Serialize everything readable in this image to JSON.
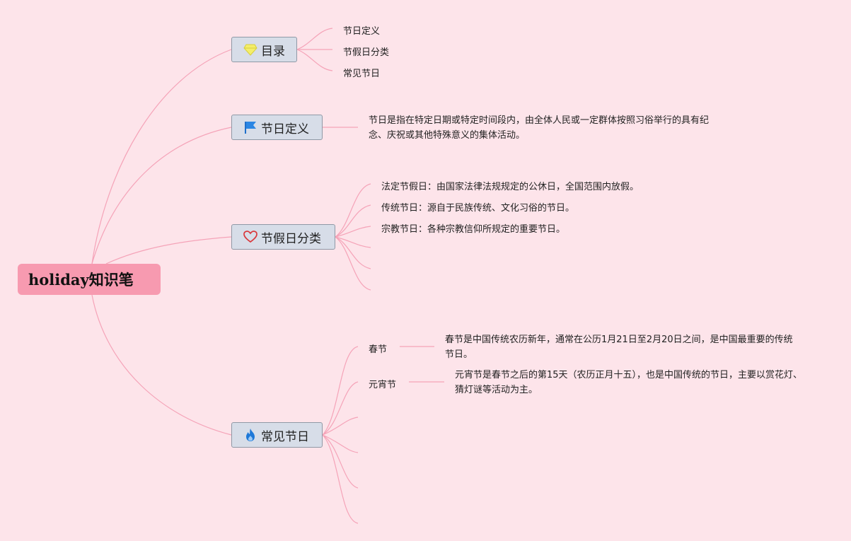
{
  "root": {
    "title": "holiday知识笔"
  },
  "branches": {
    "toc": {
      "label": "目录",
      "icon": "diamond-icon",
      "items": [
        "节日定义",
        "节假日分类",
        "常见节日"
      ]
    },
    "definition": {
      "label": "节日定义",
      "icon": "flag-icon",
      "text": "节日是指在特定日期或特定时间段内，由全体人民或一定群体按照习俗举行的具有纪念、庆祝或其他特殊意义的集体活动。"
    },
    "classification": {
      "label": "节假日分类",
      "icon": "heart-icon",
      "items": [
        "法定节假日：由国家法律法规规定的公休日，全国范围内放假。",
        "传统节日：源自于民族传统、文化习俗的节日。",
        "宗教节日：各种宗教信仰所规定的重要节日。"
      ]
    },
    "common": {
      "label": "常见节日",
      "icon": "fire-icon",
      "items": [
        {
          "name": "春节",
          "desc": "春节是中国传统农历新年，通常在公历1月21日至2月20日之间，是中国最重要的传统节日。"
        },
        {
          "name": "元宵节",
          "desc": "元宵节是春节之后的第15天（农历正月十五），也是中国传统的节日，主要以赏花灯、猜灯谜等活动为主。"
        }
      ]
    }
  },
  "colors": {
    "background": "#fde4ea",
    "root_fill": "#f79ab0",
    "branch_fill": "#d7dde8",
    "branch_border": "#8f99a6",
    "connector": "#f5a3b8"
  }
}
